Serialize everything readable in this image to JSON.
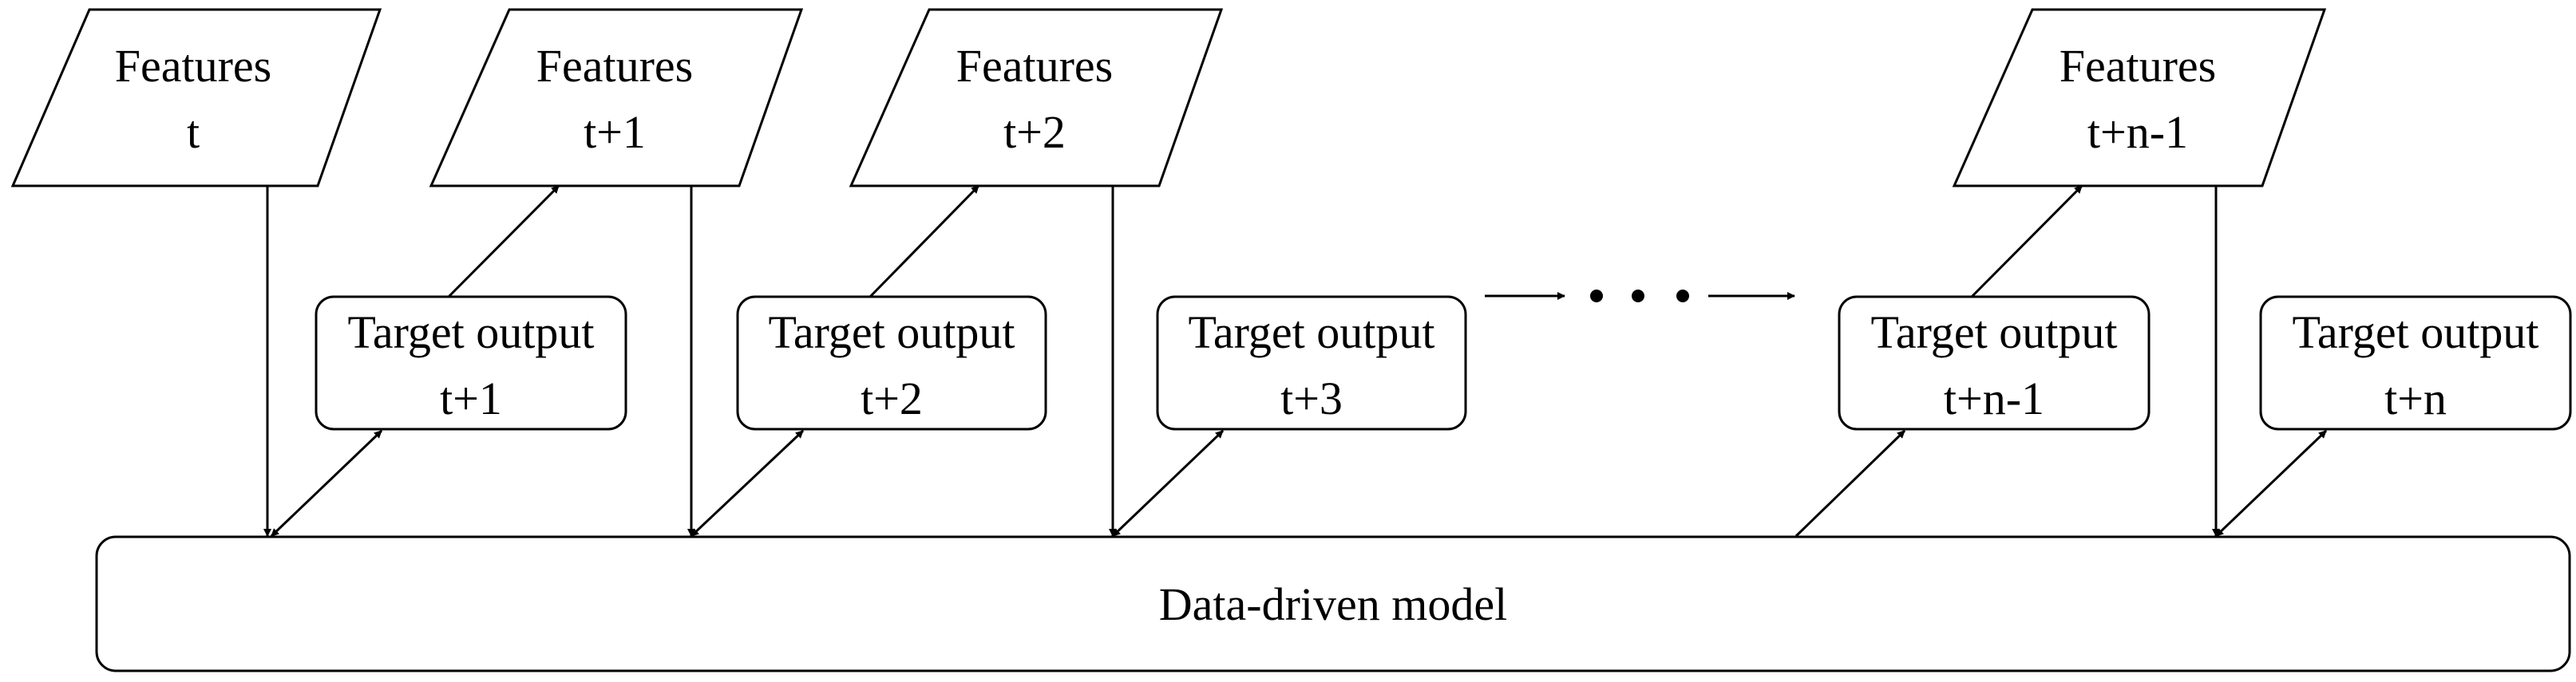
{
  "features": [
    {
      "line1": "Features",
      "line2": "t"
    },
    {
      "line1": "Features",
      "line2": "t+1"
    },
    {
      "line1": "Features",
      "line2": "t+2"
    },
    {
      "line1": "Features",
      "line2": "t+n-1"
    }
  ],
  "targets": [
    {
      "line1": "Target output",
      "line2": "t+1"
    },
    {
      "line1": "Target output",
      "line2": "t+2"
    },
    {
      "line1": "Target output",
      "line2": "t+3"
    },
    {
      "line1": "Target output",
      "line2": "t+n-1"
    },
    {
      "line1": "Target output",
      "line2": "t+n"
    }
  ],
  "model": {
    "label": "Data-driven model"
  },
  "ellipsis": "• • •"
}
